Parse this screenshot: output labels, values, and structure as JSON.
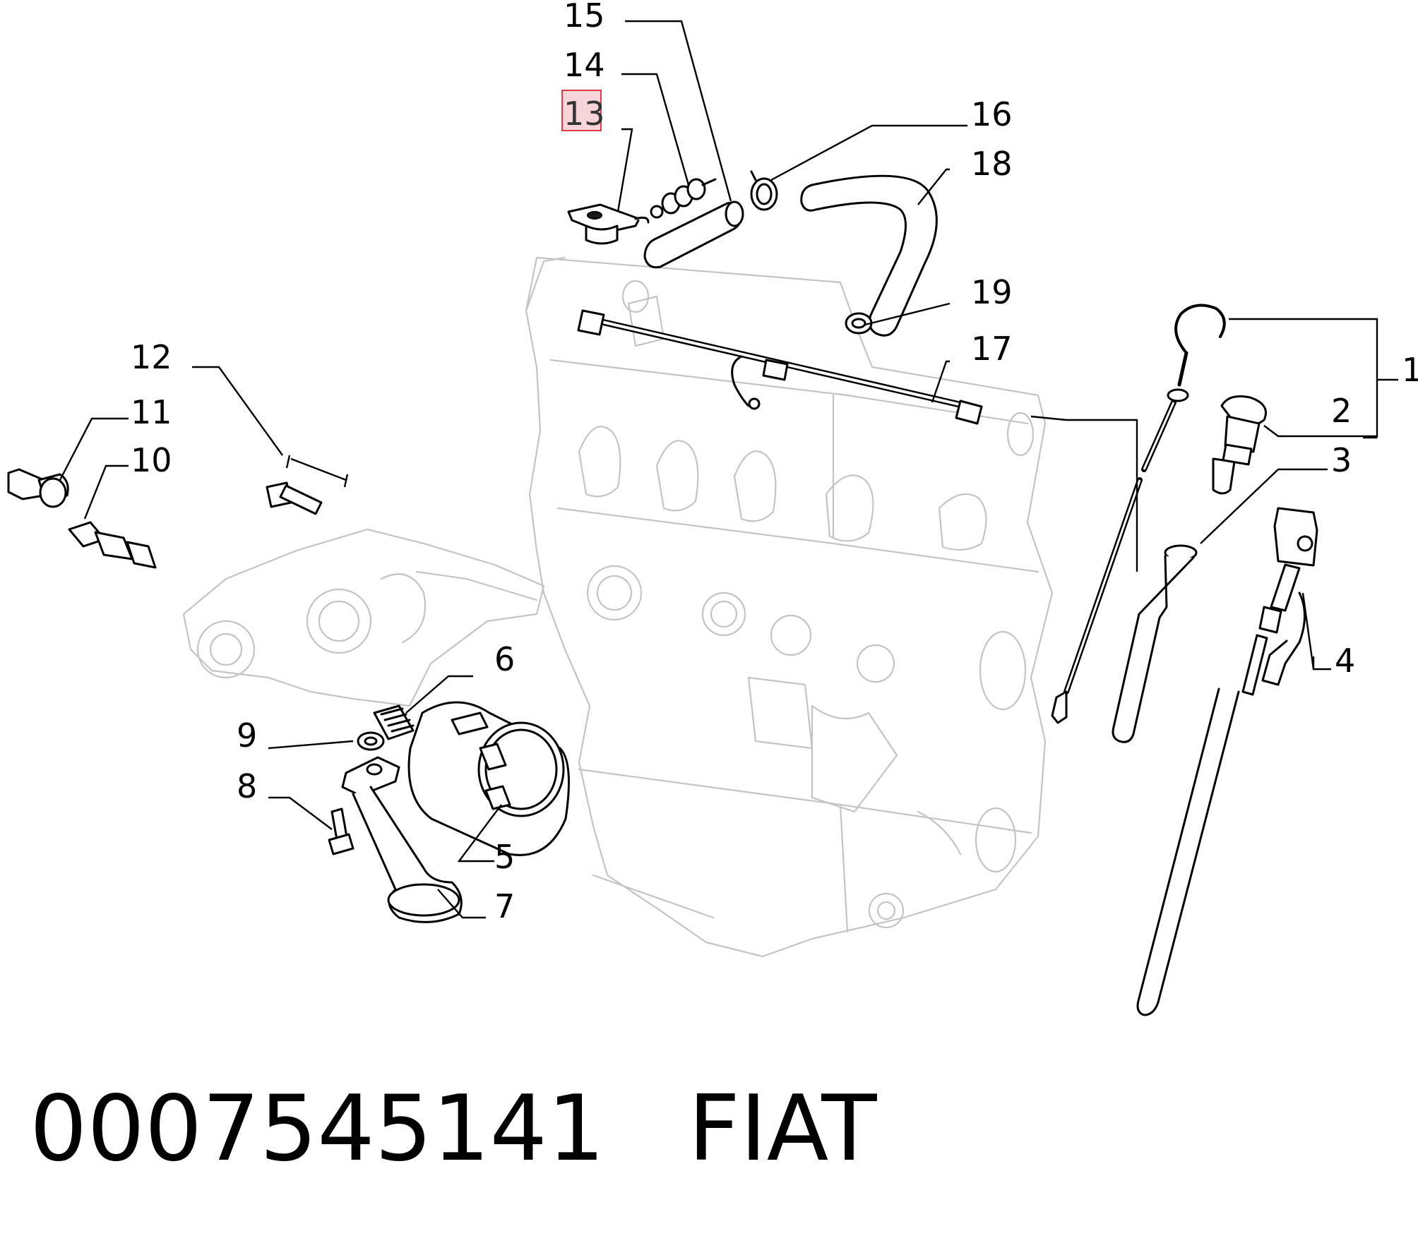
{
  "callouts": [
    {
      "id": "1",
      "label": "1"
    },
    {
      "id": "2",
      "label": "2"
    },
    {
      "id": "3",
      "label": "3"
    },
    {
      "id": "4",
      "label": "4"
    },
    {
      "id": "5",
      "label": "5"
    },
    {
      "id": "6",
      "label": "6"
    },
    {
      "id": "7",
      "label": "7"
    },
    {
      "id": "8",
      "label": "8"
    },
    {
      "id": "9",
      "label": "9"
    },
    {
      "id": "10",
      "label": "10"
    },
    {
      "id": "11",
      "label": "11"
    },
    {
      "id": "12",
      "label": "12"
    },
    {
      "id": "13",
      "label": "13",
      "highlighted": true
    },
    {
      "id": "14",
      "label": "14"
    },
    {
      "id": "15",
      "label": "15"
    },
    {
      "id": "16",
      "label": "16"
    },
    {
      "id": "17",
      "label": "17"
    },
    {
      "id": "18",
      "label": "18"
    },
    {
      "id": "19",
      "label": "19"
    }
  ],
  "highlight_color": "#e03a4a",
  "footer": {
    "part_number": "0007545141",
    "brand": "FIAT"
  }
}
